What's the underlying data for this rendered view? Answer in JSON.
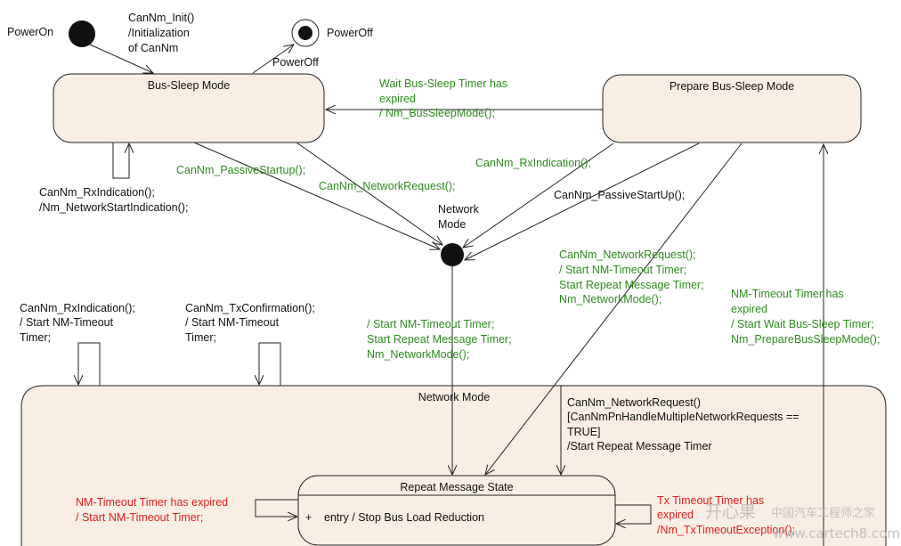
{
  "colors": {
    "black": "#111111",
    "green": "#2e8b1e",
    "red": "#e02020",
    "state_fill": "#f8eee4"
  },
  "pseudo": {
    "power_on": "PowerOn",
    "power_off": "PowerOff",
    "power_off_edge": "PowerOff",
    "network_mode_point": [
      "Network",
      "Mode"
    ]
  },
  "states": {
    "bus_sleep": "Bus-Sleep Mode",
    "prepare_bus_sleep": "Prepare Bus-Sleep Mode",
    "network_mode": "Network Mode",
    "repeat_message": "Repeat Message State",
    "repeat_entry": "entry / Stop Bus Load Reduction",
    "repeat_entry_plus": "+"
  },
  "transitions": {
    "init": [
      "CanNm_Init()",
      "/Initialization",
      "of CanNm"
    ],
    "wait_timer": [
      "Wait Bus-Sleep Timer has",
      "expired",
      "/ Nm_BusSleepMode();"
    ],
    "passive_startup": "CanNm_PassiveStartup();",
    "network_request_1": "CanNm_NetworkRequest();",
    "rx_indication_top": "CanNm_RxIndication();",
    "passive_startup_2": "CanNm_PassiveStartUp();",
    "bus_sleep_self": [
      "CanNm_RxIndication();",
      "/Nm_NetworkStartIndication();"
    ],
    "network_entry": [
      "/ Start NM-Timeout Timer;",
      "Start Repeat Message Timer;",
      "Nm_NetworkMode();"
    ],
    "prepare_network_request": [
      "CanNm_NetworkRequest();",
      "/ Start NM-Timeout Timer;",
      "Start Repeat Message Timer;",
      "Nm_NetworkMode();"
    ],
    "nm_timeout_prepare": [
      "NM-Timeout Timer has",
      "expired",
      "/ Start Wait Bus-Sleep Timer;",
      "Nm_PrepareBusSleepMode();"
    ],
    "rx_self": [
      "CanNm_RxIndication();",
      "/ Start NM-Timeout",
      "Timer;"
    ],
    "tx_self": [
      "CanNm_TxConfirmation();",
      "/ Start NM-Timeout",
      "Timer;"
    ],
    "multiple_request": [
      "CanNm_NetworkRequest()",
      "[CanNmPnHandleMultipleNetworkRequests ==",
      "TRUE]",
      "/Start Repeat Message Timer"
    ],
    "timeout_left": [
      "NM-Timeout Timer has expired",
      "/ Start NM-Timeout Timer;"
    ],
    "timeout_right": [
      "Tx Timeout Timer has",
      "expired",
      "/Nm_TxTimeoutException();"
    ]
  },
  "watermark": {
    "brand": "开心果",
    "site_cn": "中国汽车工程师之家",
    "site_url": "www.cartech8.com"
  }
}
